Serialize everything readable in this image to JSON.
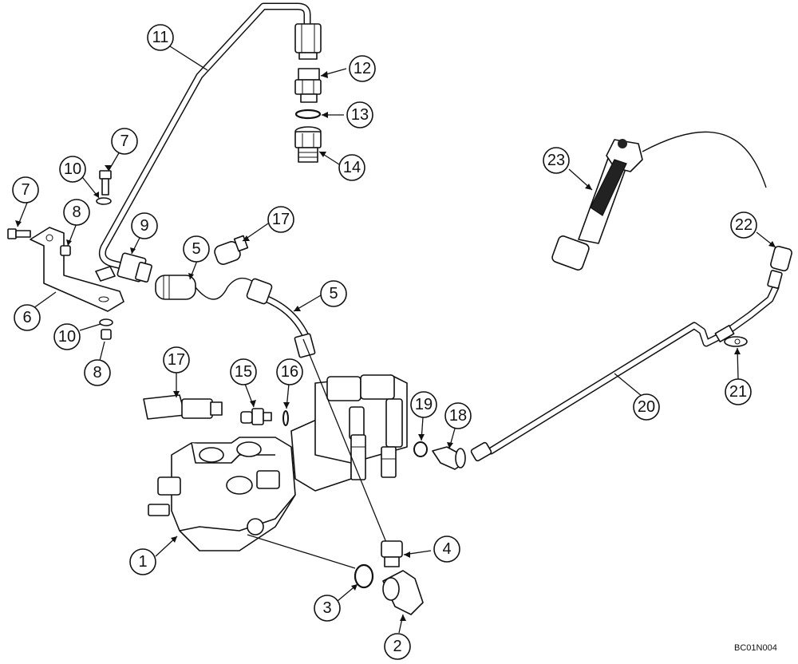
{
  "callouts": [
    "1",
    "2",
    "3",
    "4",
    "5",
    "5",
    "6",
    "7",
    "7",
    "8",
    "8",
    "9",
    "10",
    "10",
    "11",
    "12",
    "13",
    "14",
    "15",
    "16",
    "17",
    "17",
    "18",
    "19",
    "20",
    "21",
    "22",
    "23"
  ],
  "ref_code": "BC01N004"
}
